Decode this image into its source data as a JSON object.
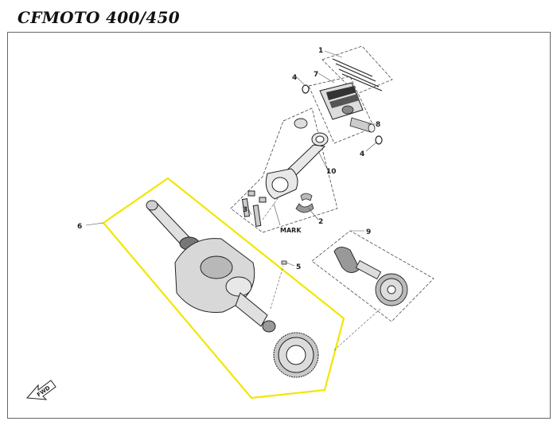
{
  "title": "CFMOTO 400/450",
  "callouts": {
    "c1": "1",
    "c2": "2",
    "c3": "3",
    "c4a": "4",
    "c4b": "4",
    "c5": "5",
    "c6": "6",
    "c7": "7",
    "c8": "8",
    "c9": "9",
    "c10": "10"
  },
  "mark_label": "MARK",
  "fwd_label": "FWD",
  "colors": {
    "highlight": "#f2e600",
    "line": "#333333"
  }
}
